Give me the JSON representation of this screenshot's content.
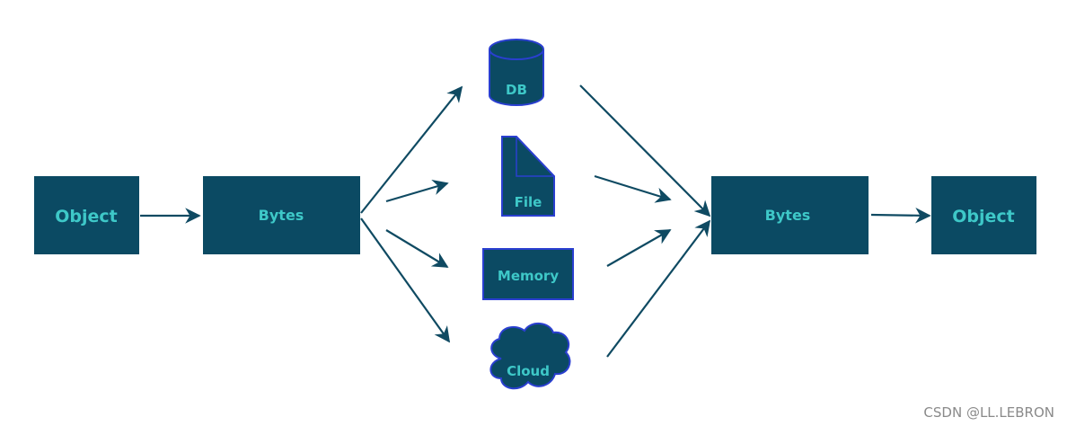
{
  "diagram": {
    "colors": {
      "box_fill": "#0b4a63",
      "shape_stroke": "#2a3fd0",
      "label": "#3ec8c8",
      "arrow": "#0f4a62"
    },
    "nodes": {
      "object_in": "Object",
      "bytes_in": "Bytes",
      "db": "DB",
      "file": "File",
      "memory": "Memory",
      "cloud": "Cloud",
      "bytes_out": "Bytes",
      "object_out": "Object"
    },
    "edges": [
      {
        "from": "object_in",
        "to": "bytes_in"
      },
      {
        "from": "bytes_in",
        "to": "db"
      },
      {
        "from": "bytes_in",
        "to": "file"
      },
      {
        "from": "bytes_in",
        "to": "memory"
      },
      {
        "from": "bytes_in",
        "to": "cloud"
      },
      {
        "from": "db",
        "to": "bytes_out"
      },
      {
        "from": "file",
        "to": "bytes_out"
      },
      {
        "from": "memory",
        "to": "bytes_out"
      },
      {
        "from": "cloud",
        "to": "bytes_out"
      },
      {
        "from": "bytes_out",
        "to": "object_out"
      }
    ]
  },
  "watermark": "CSDN @LL.LEBRON"
}
